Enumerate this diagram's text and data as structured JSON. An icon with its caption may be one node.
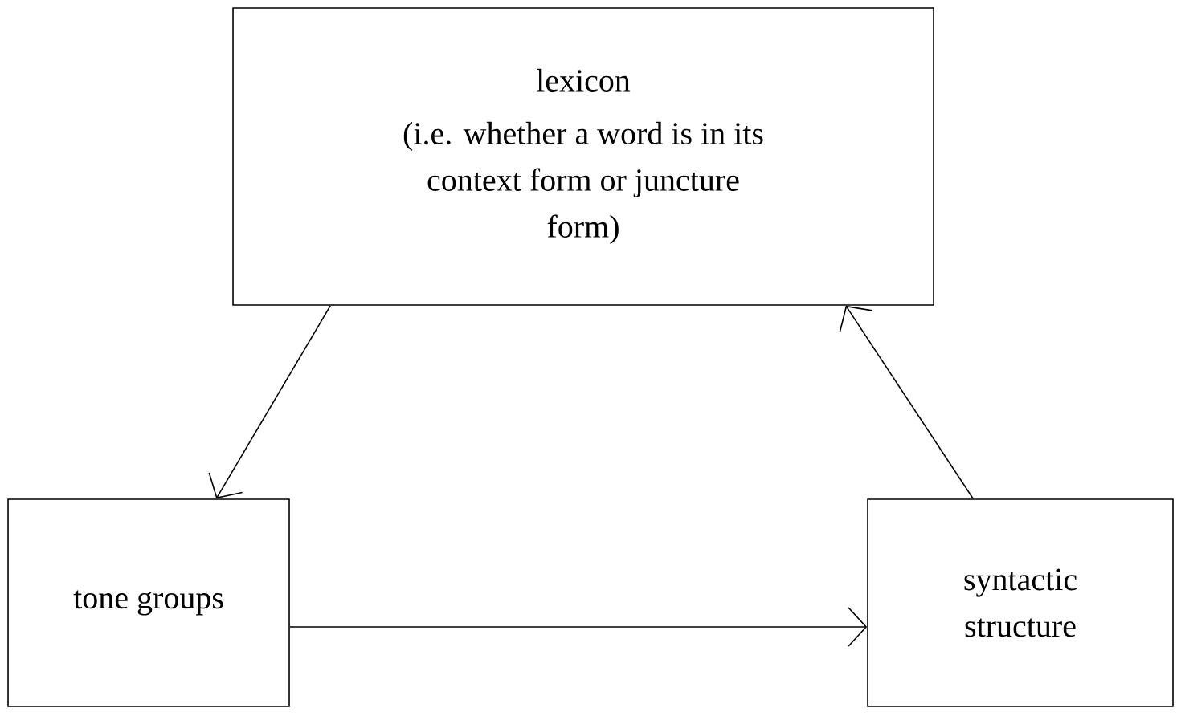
{
  "diagram": {
    "nodes": [
      {
        "text": [
          "lexicon",
          "(i.e. whether a word is in its context form or juncture form)"
        ]
      },
      {
        "text": [
          "tone groups"
        ]
      },
      {
        "text": [
          "syntactic structure"
        ]
      }
    ],
    "edges": [
      {
        "from": 0,
        "to": 1,
        "arrow": "to"
      },
      {
        "from": 1,
        "to": 2,
        "arrow": "to"
      },
      {
        "from": 2,
        "to": 0,
        "arrow": "to"
      }
    ]
  }
}
